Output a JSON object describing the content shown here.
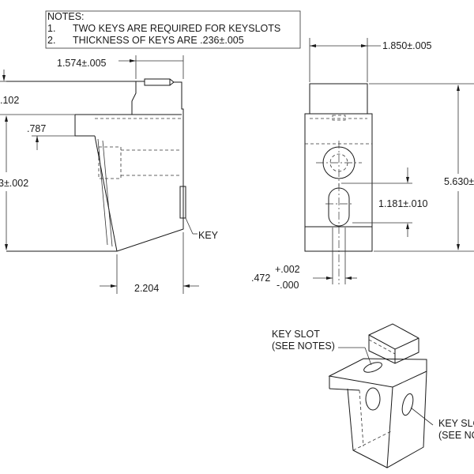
{
  "notes": {
    "heading": "NOTES:",
    "items": [
      {
        "num": "1.",
        "text": "TWO KEYS ARE REQUIRED FOR KEYSLOTS"
      },
      {
        "num": "2.",
        "text": "THICKNESS OF KEYS ARE .236±.005"
      }
    ]
  },
  "side_view": {
    "dim_top_width": "1.574±.005",
    "dim_top_offset": ".102",
    "dim_ledge": ".787",
    "dim_height_partial": "3±.002",
    "dim_bottom_width": "2.204",
    "label_key": "KEY"
  },
  "front_view": {
    "dim_width": "1.850±.005",
    "dim_height_partial": "5.630±",
    "dim_slot_spacing": "1.181±.010",
    "dim_slot_width_base": ".472",
    "dim_slot_tol_plus": "+.002",
    "dim_slot_tol_minus": "-.000"
  },
  "iso_view": {
    "label_keyslot_top_1": "KEY SLOT",
    "label_keyslot_top_2": "(SEE NOTES)",
    "label_keyslot_side_1": "KEY SLO",
    "label_keyslot_side_2": "(SEE NO"
  }
}
